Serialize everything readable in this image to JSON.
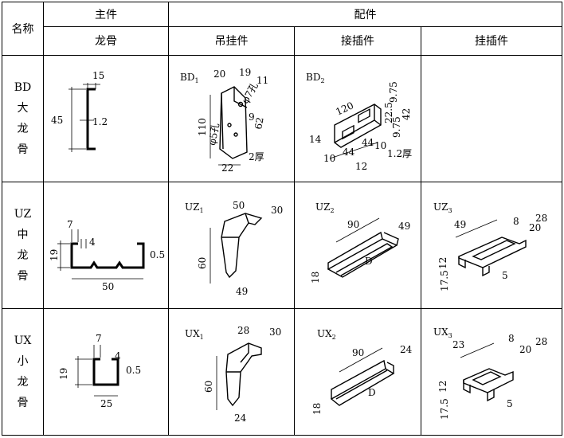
{
  "header": {
    "name_col": "名称",
    "main_part": "主件",
    "accessories": "配件",
    "keel": "龙骨",
    "hanger": "吊挂件",
    "connector": "接插件",
    "clip": "挂插件"
  },
  "rows": [
    {
      "code": "BD",
      "name_chars": [
        "大",
        "龙",
        "骨"
      ],
      "keel": {
        "width": "15",
        "height": "45",
        "thickness": "1.2"
      },
      "hanger": {
        "id": "BD",
        "sub": "1",
        "dims": [
          "20",
          "19",
          "11",
          "φ7孔",
          "9",
          "62",
          "110",
          "φ5孔",
          "22",
          "2厚"
        ]
      },
      "connector": {
        "id": "BD",
        "sub": "2",
        "dims": [
          "120",
          "9.75",
          "42",
          "22.5",
          "9.75",
          "14",
          "44",
          "44",
          "10",
          "10",
          "12",
          "1.2厚"
        ]
      },
      "clip": null
    },
    {
      "code": "UZ",
      "name_chars": [
        "中",
        "龙",
        "骨"
      ],
      "keel": {
        "lip": "7",
        "gap": "4",
        "height": "19",
        "thickness": "0.5",
        "width": "50"
      },
      "hanger": {
        "id": "UZ",
        "sub": "1",
        "dims": [
          "50",
          "30",
          "60",
          "49"
        ]
      },
      "connector": {
        "id": "UZ",
        "sub": "2",
        "dims": [
          "90",
          "49",
          "18",
          "D"
        ]
      },
      "clip": {
        "id": "UZ",
        "sub": "3",
        "dims": [
          "49",
          "8",
          "28",
          "20",
          "12",
          "17.5",
          "5"
        ]
      }
    },
    {
      "code": "UX",
      "name_chars": [
        "小",
        "龙",
        "骨"
      ],
      "keel": {
        "lip": "7",
        "gap": "4",
        "height": "19",
        "thickness": "0.5",
        "width": "25"
      },
      "hanger": {
        "id": "UX",
        "sub": "1",
        "dims": [
          "28",
          "30",
          "60",
          "24"
        ]
      },
      "connector": {
        "id": "UX",
        "sub": "2",
        "dims": [
          "90",
          "24",
          "18",
          "D"
        ]
      },
      "clip": {
        "id": "UX",
        "sub": "3",
        "dims": [
          "23",
          "8",
          "28",
          "20",
          "12",
          "17.5",
          "5"
        ]
      }
    }
  ]
}
